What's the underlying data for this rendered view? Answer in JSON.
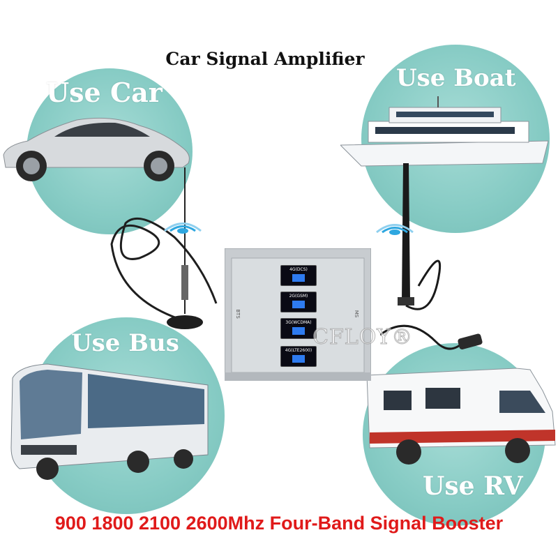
{
  "header": {
    "title": "Car Signal Amplifier"
  },
  "scenes": {
    "car": "Use Car",
    "boat": "Use Boat",
    "bus": "Use Bus",
    "rv": "Use RV"
  },
  "device": {
    "bands": [
      "4G(DCS)",
      "2G(GSM)",
      "3G(WCDMA)",
      "4G(LTE2600)"
    ],
    "port_left": "BTS",
    "port_right": "MS",
    "watermark": "CFLOY®"
  },
  "footer": {
    "tagline": "900 1800 2100 2600Mhz Four-Band Signal Booster"
  },
  "colors": {
    "circle": "#86cbc4",
    "footer_text": "#e01a1a",
    "led": "#2e7bf0"
  }
}
